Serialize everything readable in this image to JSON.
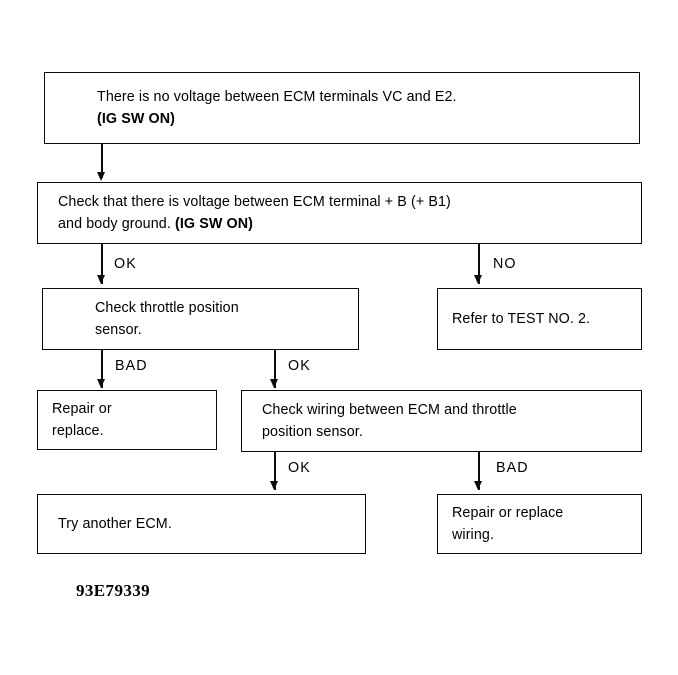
{
  "figure": {
    "id_label": "93E79339",
    "type": "troubleshooting-flowchart",
    "title": "ECM terminal VC / E2 no-voltage diagnostic flow"
  },
  "nodes": [
    {
      "key": "symptom",
      "name": "node-symptom",
      "line1": "There is no voltage between ECM terminals VC and E2.",
      "line2": "(IG SW ON)",
      "line2_bold": true
    },
    {
      "key": "check_b_voltage",
      "name": "node-check-b-voltage",
      "line1": "Check that there is voltage between ECM terminal + B (+ B1)",
      "line2": "and body ground. ",
      "line2_bold_tail": "(IG SW ON)"
    },
    {
      "key": "check_tps",
      "name": "node-check-throttle-position-sensor",
      "line1": "Check throttle position",
      "line2": "sensor."
    },
    {
      "key": "refer_test2",
      "name": "node-refer-to-test-no-2",
      "line1": "Refer to TEST NO. 2."
    },
    {
      "key": "repair_replace",
      "name": "node-repair-or-replace",
      "line1": "Repair or",
      "line2": "replace."
    },
    {
      "key": "check_wiring",
      "name": "node-check-wiring",
      "line1": "Check wiring between ECM and throttle",
      "line2": "position sensor."
    },
    {
      "key": "try_another_ecm",
      "name": "node-try-another-ecm",
      "line1": "Try another ECM."
    },
    {
      "key": "repair_replace_wiring",
      "name": "node-repair-or-replace-wiring",
      "line1": "Repair or replace",
      "line2": "wiring."
    }
  ],
  "branches": [
    {
      "key": "b_ok_1",
      "label": "OK",
      "from": "check_b_voltage",
      "to": "check_tps"
    },
    {
      "key": "b_no_1",
      "label": "NO",
      "from": "check_b_voltage",
      "to": "refer_test2"
    },
    {
      "key": "b_bad_1",
      "label": "BAD",
      "from": "check_tps",
      "to": "repair_replace"
    },
    {
      "key": "b_ok_2",
      "label": "OK",
      "from": "check_tps",
      "to": "check_wiring"
    },
    {
      "key": "b_ok_3",
      "label": "OK",
      "from": "check_wiring",
      "to": "try_another_ecm"
    },
    {
      "key": "b_bad_2",
      "label": "BAD",
      "from": "check_wiring",
      "to": "repair_replace_wiring"
    }
  ],
  "colors": {
    "ink": "#0b0b0b",
    "paper": "#ffffff"
  }
}
